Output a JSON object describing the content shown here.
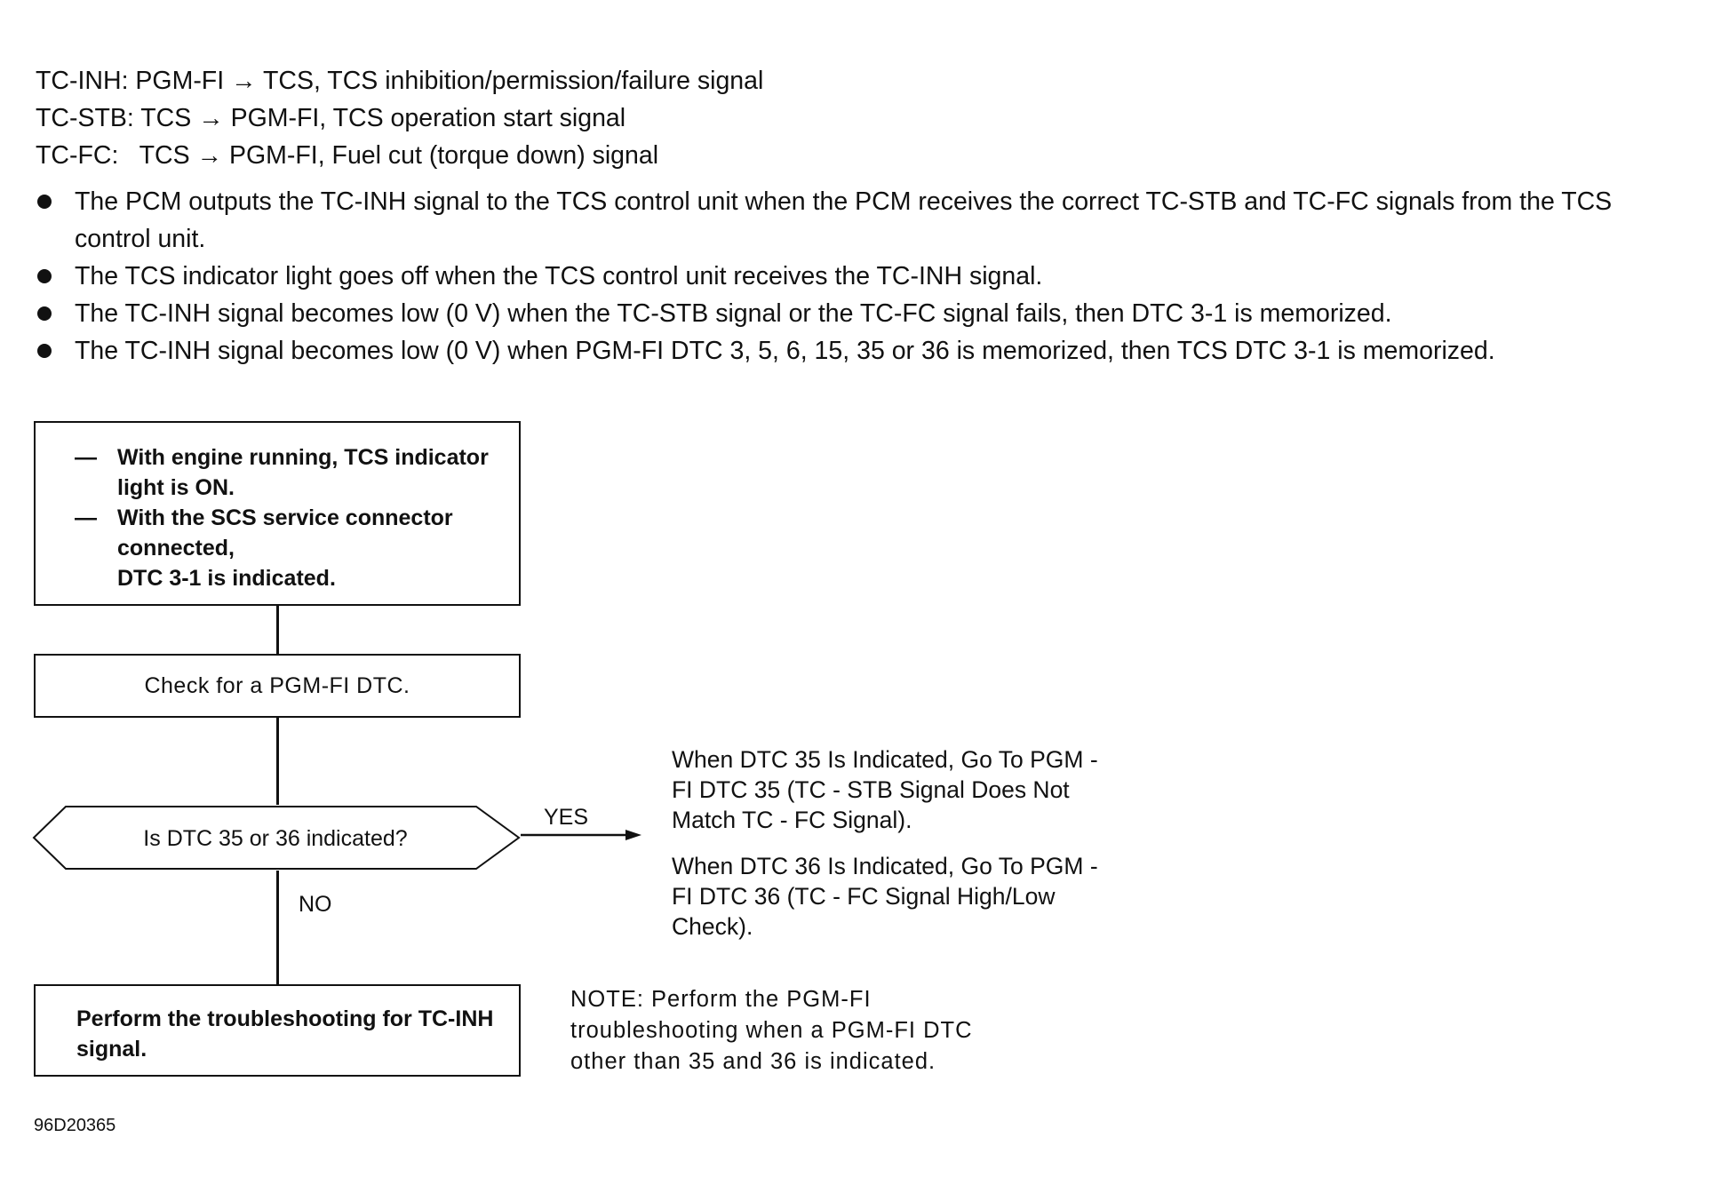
{
  "definitions": [
    "TC-INH: PGM-FI → TCS, TCS inhibition/permission/failure signal",
    "TC-STB: TCS → PGM-FI, TCS operation start signal",
    "TC-FC:   TCS → PGM-FI, Fuel cut (torque down) signal"
  ],
  "bullets": [
    "The PCM outputs the TC-INH signal to the TCS control unit when the PCM receives the correct TC-STB and TC-FC signals from the TCS control unit.",
    "The TCS indicator light goes off when the TCS control unit receives the TC-INH signal.",
    "The TC-INH signal becomes low (0 V) when the TC-STB signal or the TC-FC signal fails, then DTC 3-1 is memorized.",
    "The TC-INH signal becomes low (0 V) when PGM-FI DTC 3, 5, 6, 15, 35 or 36 is memorized, then TCS DTC 3-1 is memorized."
  ],
  "flowchart": {
    "start_box": {
      "dash": "—",
      "condition_1": "With engine running, TCS indicator light is ON.",
      "condition_2": "With the SCS service connector connected,",
      "condition_3": "DTC 3-1 is indicated."
    },
    "check_box": "Check for a PGM-FI DTC.",
    "decision": "Is DTC 35 or 36 indicated?",
    "yes_label": "YES",
    "no_label": "NO",
    "yes_result": [
      "When DTC 35 Is Indicated, Go To PGM - FI DTC 35 (TC - STB Signal Does Not Match TC - FC Signal).",
      "When DTC 36 Is Indicated, Go To PGM - FI DTC 36 (TC - FC Signal High/Low Check)."
    ],
    "no_result": "Perform the troubleshooting for TC-INH signal.",
    "note": "NOTE: Perform the PGM-FI troubleshooting when a PGM-FI DTC other than 35 and 36 is indicated."
  },
  "figure_code": "96D20365"
}
